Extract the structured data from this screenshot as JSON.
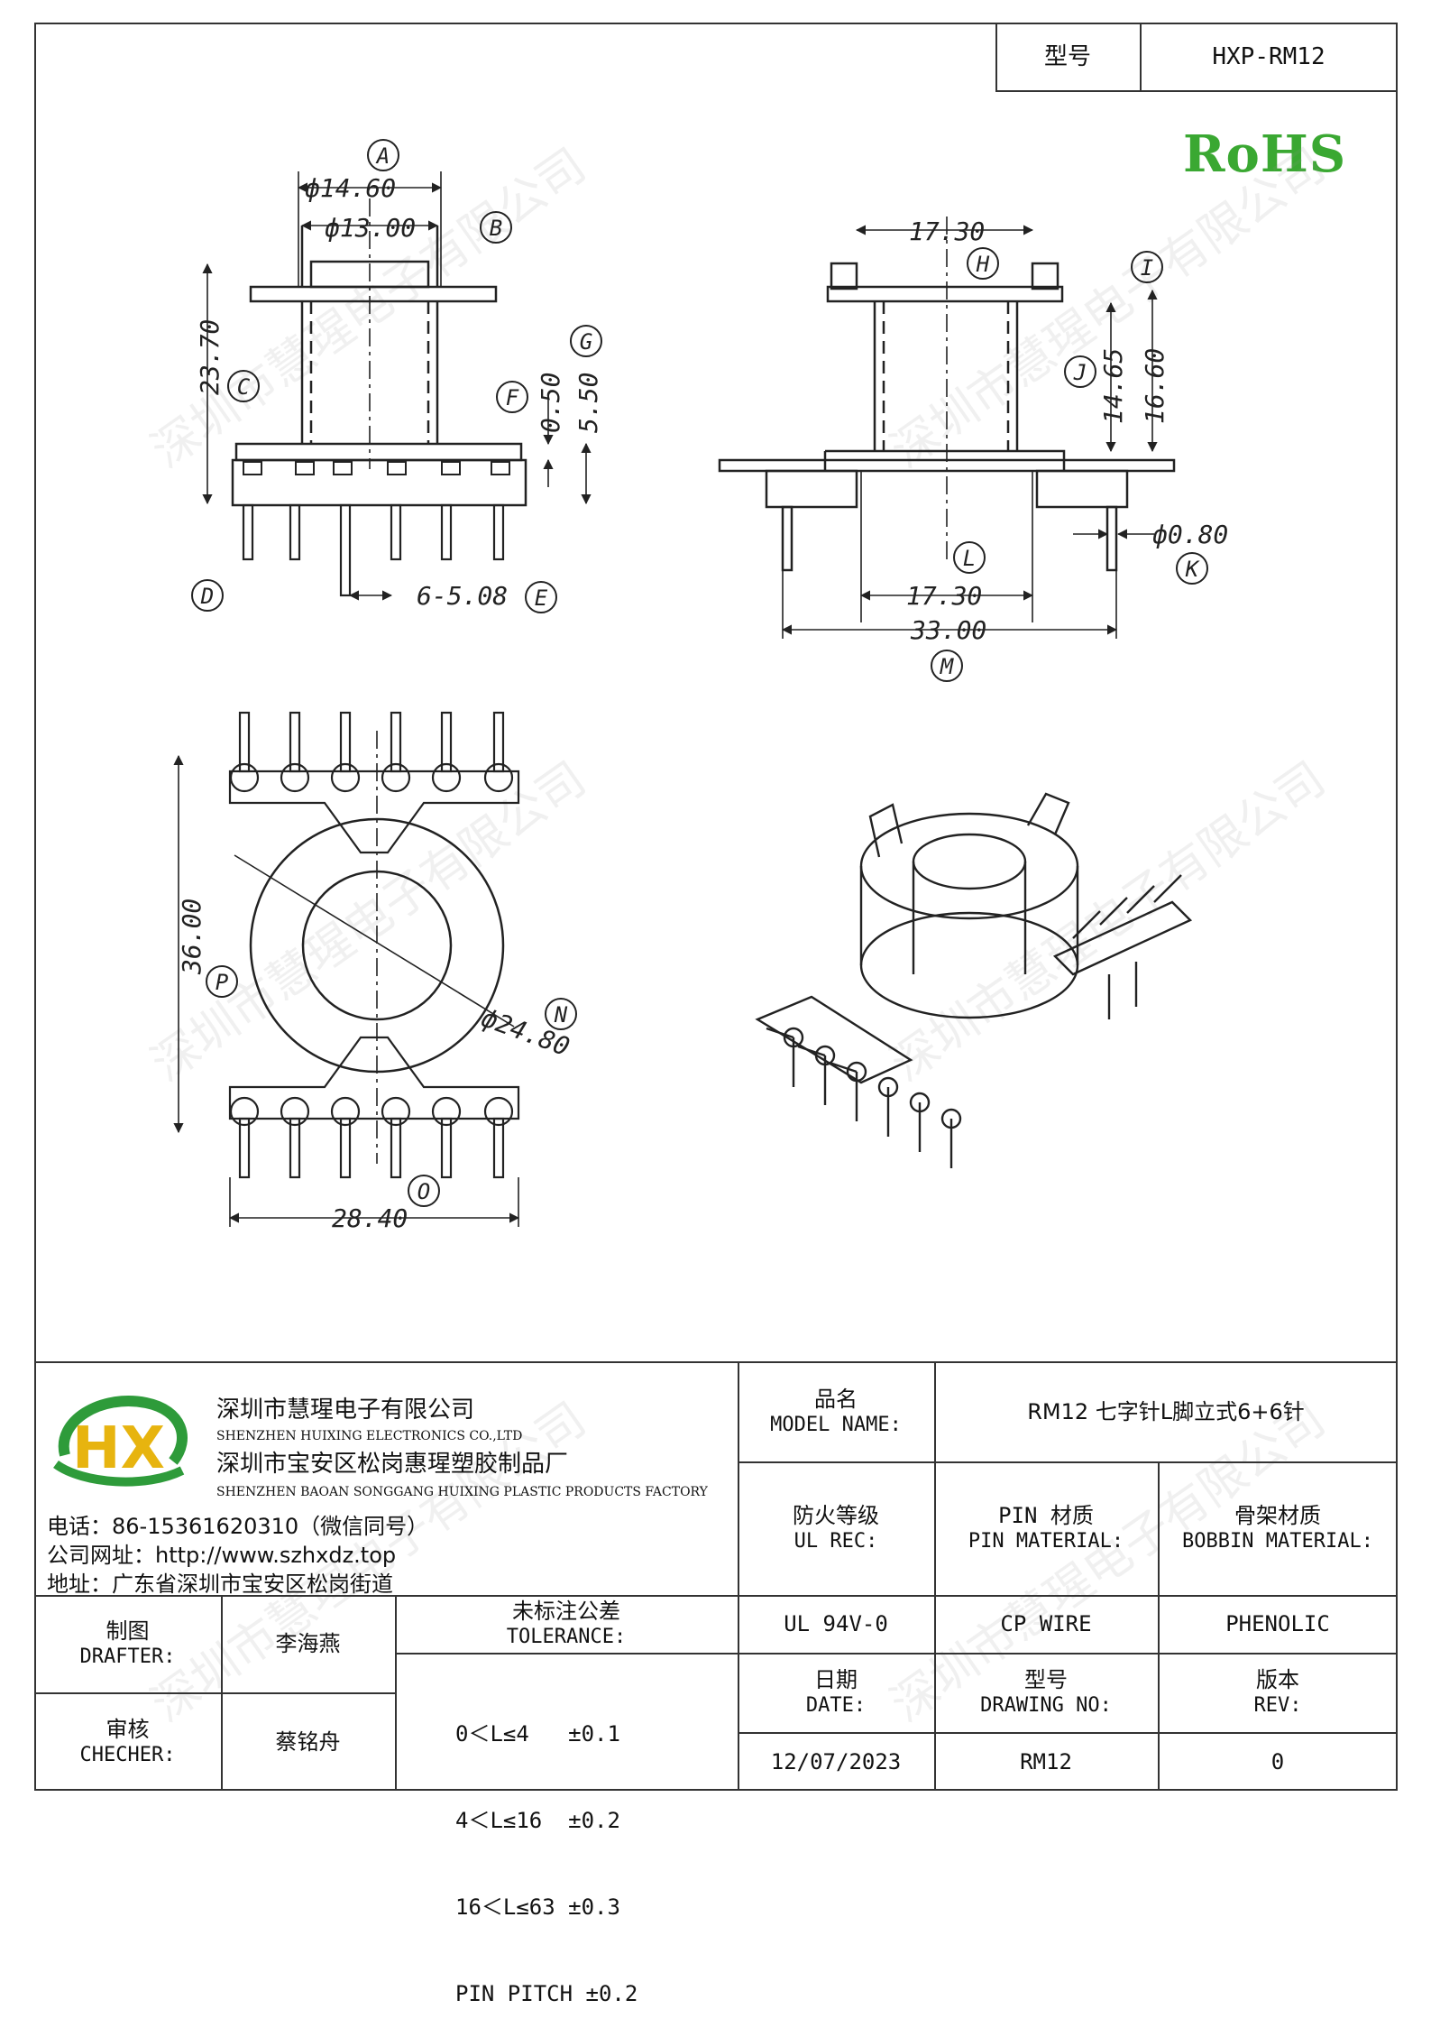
{
  "header": {
    "model_label": "型号",
    "model_value": "HXP-RM12"
  },
  "rohs": "RoHS",
  "watermark": "深圳市慧瑆电子有限公司",
  "dims": {
    "A_val": "ф14.60",
    "A": "A",
    "B_val": "ф13.00",
    "B": "B",
    "C_val": "23.70",
    "C": "C",
    "F_val": "0.50",
    "F": "F",
    "G_val": "5.50",
    "G": "G",
    "D": "D",
    "E_val": "6-5.08",
    "E": "E",
    "H_val": "17.30",
    "H": "H",
    "I": "I",
    "J_val": "14.65",
    "J": "J",
    "K16": "16.60",
    "K_val": "ф0.80",
    "K": "K",
    "L_val": "17.30",
    "L": "L",
    "M_val": "33.00",
    "M": "M",
    "P_val": "36.00",
    "P": "P",
    "N_val": "ф24.80",
    "N": "N",
    "O_val": "28.40",
    "O": "O"
  },
  "company": {
    "logo": "HX",
    "name_cn": "深圳市慧瑆电子有限公司",
    "name_en": "SHENZHEN HUIXING ELECTRONICS CO.,LTD",
    "factory_cn": "深圳市宝安区松岗惠瑆塑胶制品厂",
    "factory_en": "SHENZHEN BAOAN SONGGANG HUIXING PLASTIC PRODUCTS FACTORY",
    "phone": "电话：86-15361620310（微信同号）",
    "website": "公司网址：http://www.szhxdz.top",
    "address": "地址：广东省深圳市宝安区松岗街道"
  },
  "table": {
    "model_name_cn": "品名",
    "model_name_en": "MODEL NAME:",
    "model_name_value": "RM12 七字针L脚立式6+6针",
    "fire_cn": "防火等级",
    "fire_en": "UL REC:",
    "pin_cn": "PIN 材质",
    "pin_en": "PIN MATERIAL:",
    "bobbin_cn": "骨架材质",
    "bobbin_en": "BOBBIN MATERIAL:",
    "fire_value": "UL 94V-0",
    "pin_value": "CP WIRE",
    "bobbin_value": "PHENOLIC",
    "drafter_cn": "制图",
    "drafter_en": "DRAFTER:",
    "drafter_name": "李海燕",
    "checker_cn": "审核",
    "checker_en": "CHECHER:",
    "checker_name": "蔡铭舟",
    "tolerance_cn": "未标注公差",
    "tolerance_en": "TOLERANCE:",
    "tolerance_rows": [
      "0＜L≤4   ±0.1",
      "4＜L≤16  ±0.2",
      "16＜L≤63 ±0.3",
      "PIN PITCH ±0.2"
    ],
    "date_cn": "日期",
    "date_en": "DATE:",
    "drawing_no_cn": "型号",
    "drawing_no_en": "DRAWING NO:",
    "rev_cn": "版本",
    "rev_en": "REV:",
    "date_value": "12/07/2023",
    "drawing_no_value": "RM12",
    "rev_value": "0"
  }
}
